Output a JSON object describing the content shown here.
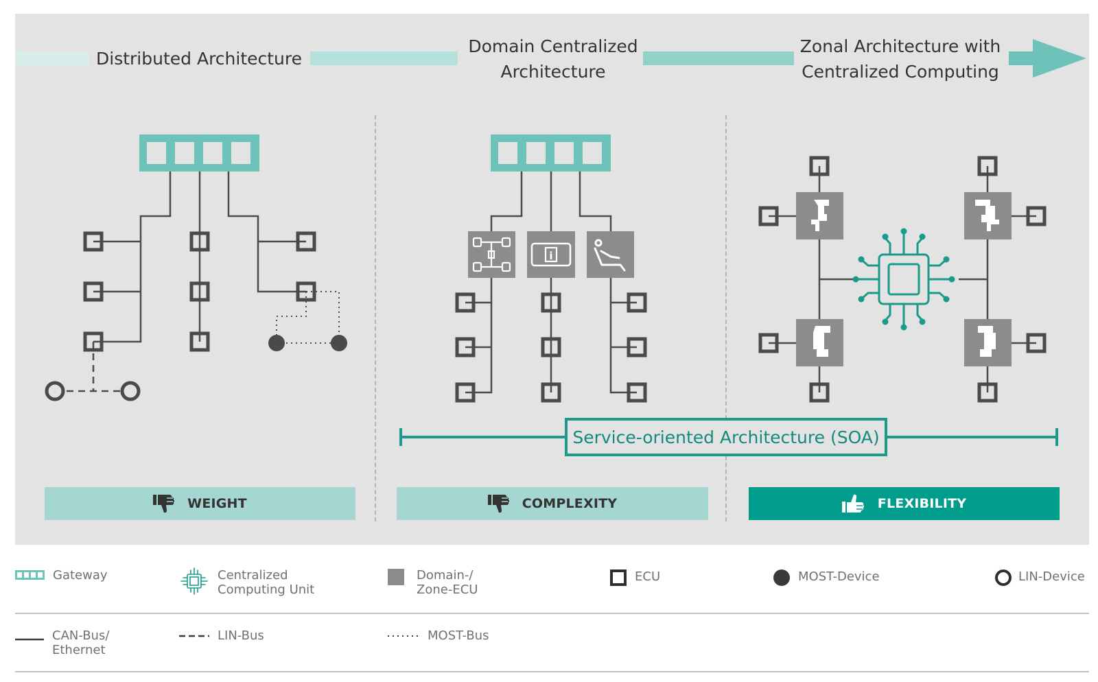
{
  "stages": [
    {
      "title_lines": [
        "Distributed Architecture"
      ]
    },
    {
      "title_lines": [
        "Domain Centralized",
        "Architecture"
      ]
    },
    {
      "title_lines": [
        "Zonal Architecture with",
        "Centralized Computing"
      ]
    }
  ],
  "soa": {
    "label": "Service-oriented Architecture (SOA)"
  },
  "verdicts": [
    {
      "label": "WEIGHT",
      "icon": "thumbs-down-icon"
    },
    {
      "label": "COMPLEXITY",
      "icon": "thumbs-down-icon"
    },
    {
      "label": "FLEXIBILITY",
      "icon": "thumbs-up-icon"
    }
  ],
  "legend": {
    "gateway": "Gateway",
    "ccu_line1": "Centralized",
    "ccu_line2": "Computing Unit",
    "dzecu_line1": "Domain-/",
    "dzecu_line2": "Zone-ECU",
    "ecu": "ECU",
    "most_device": "MOST-Device",
    "lin_device": "LIN-Device",
    "can_line1": "CAN-Bus/",
    "can_line2": "Ethernet",
    "lin_bus": "LIN-Bus",
    "most_bus": "MOST-Bus"
  },
  "colors": {
    "teal": "#6dc3ba",
    "teal_dark": "#009c8c",
    "teal_light": "#a6d6d1",
    "gray_line": "#4a4a4a",
    "zone_gray": "#8c8c8c",
    "panel": "#e3e3e3"
  }
}
